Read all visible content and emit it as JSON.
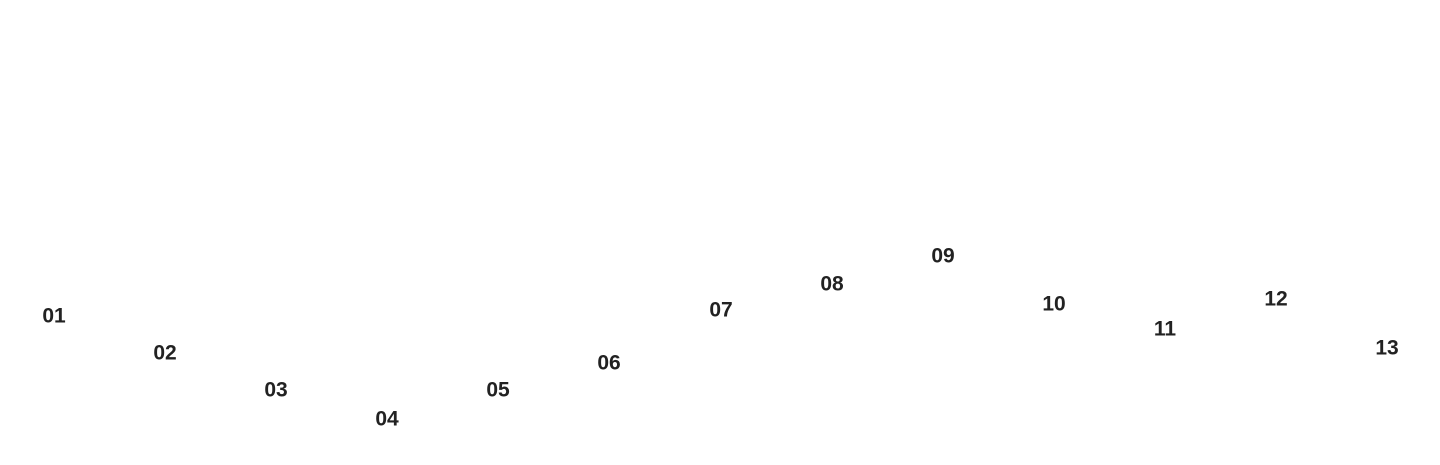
{
  "labels": [
    "01",
    "02",
    "03",
    "04",
    "05",
    "06",
    "07",
    "08",
    "09",
    "10",
    "11",
    "12",
    "13"
  ],
  "colors": {
    "text": "#222222",
    "background": "#ffffff"
  }
}
